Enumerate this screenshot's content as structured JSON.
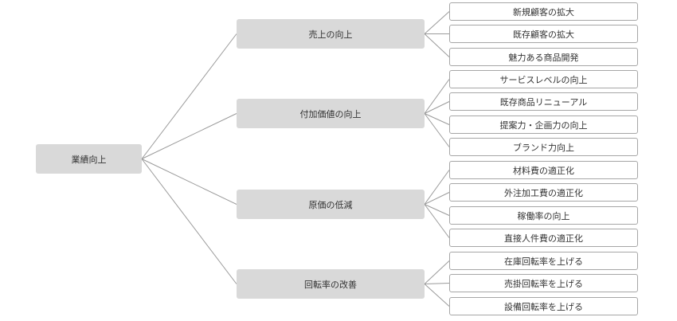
{
  "root": {
    "label": "業績向上"
  },
  "branches": [
    {
      "label": "売上の向上",
      "leaves": [
        "新規顧客の拡大",
        "既存顧客の拡大",
        "魅力ある商品開発"
      ]
    },
    {
      "label": "付加価値の向上",
      "leaves": [
        "サービスレベルの向上",
        "既存商品リニューアル",
        "提案力・企画力の向上",
        "ブランド力向上"
      ]
    },
    {
      "label": "原価の低減",
      "leaves": [
        "材料費の適正化",
        "外注加工費の適正化",
        "稼働率の向上",
        "直接人件費の適正化"
      ]
    },
    {
      "label": "回転率の改善",
      "leaves": [
        "在庫回転率を上げる",
        "売掛回転率を上げる",
        "設備回転率を上げる"
      ]
    }
  ],
  "colors": {
    "node_fill": "#d9d9d9",
    "leaf_border": "#a6a6a6",
    "connector": "#9a9a9a",
    "text": "#333333"
  }
}
